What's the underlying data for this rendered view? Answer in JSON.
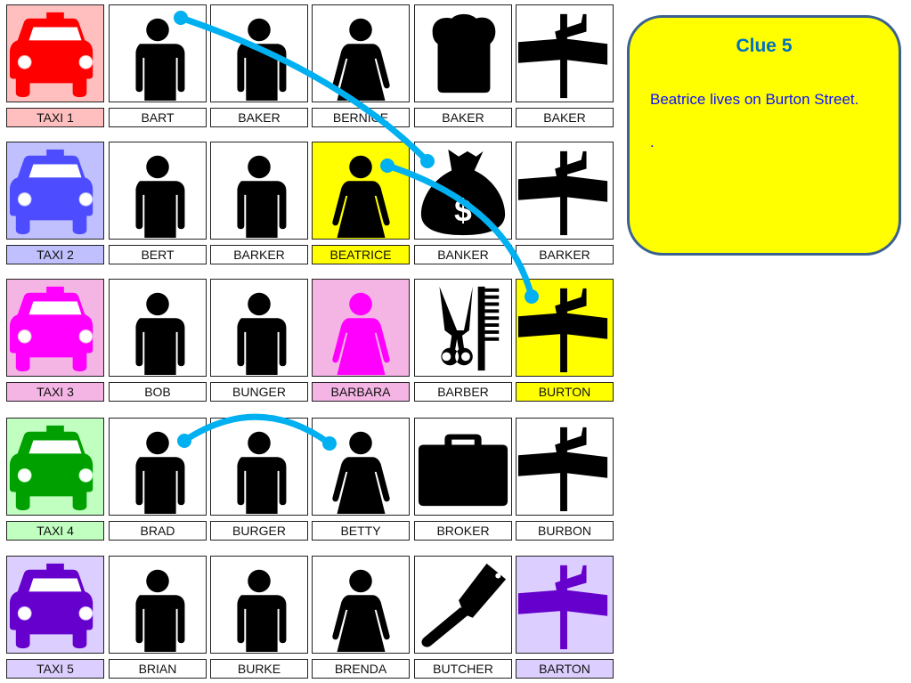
{
  "line_color": "#00b0f0",
  "clue": {
    "title": "Clue 5",
    "text": "Beatrice lives on Burton Street.",
    "dot": "."
  },
  "rows": [
    {
      "taxi": {
        "label": "TAXI 1",
        "color": "#ff0000",
        "bg": "#ffbfbf"
      },
      "cells": [
        {
          "icon": "man",
          "label": "BART"
        },
        {
          "icon": "man",
          "label": "BAKER"
        },
        {
          "icon": "woman",
          "label": "BERNICE"
        },
        {
          "icon": "bread",
          "label": "BAKER"
        },
        {
          "icon": "sign",
          "label": "BAKER"
        }
      ]
    },
    {
      "taxi": {
        "label": "TAXI 2",
        "color": "#4d4dff",
        "bg": "#c0c0ff"
      },
      "cells": [
        {
          "icon": "man",
          "label": "BERT"
        },
        {
          "icon": "man",
          "label": "BARKER"
        },
        {
          "icon": "woman",
          "label": "BEATRICE",
          "bg": "#ffff00"
        },
        {
          "icon": "moneybag",
          "label": "BANKER"
        },
        {
          "icon": "sign",
          "label": "BARKER"
        }
      ]
    },
    {
      "taxi": {
        "label": "TAXI 3",
        "color": "#ff00ff",
        "bg": "#f4b4e4"
      },
      "cells": [
        {
          "icon": "man",
          "label": "BOB"
        },
        {
          "icon": "man",
          "label": "BUNGER"
        },
        {
          "icon": "woman",
          "label": "BARBARA",
          "bg": "#f4b4e4",
          "color": "#ff00ff"
        },
        {
          "icon": "comb-scissors",
          "label": "BARBER"
        },
        {
          "icon": "sign",
          "label": "BURTON",
          "bg": "#ffff00"
        }
      ]
    },
    {
      "taxi": {
        "label": "TAXI 4",
        "color": "#00a000",
        "bg": "#c0ffc0"
      },
      "cells": [
        {
          "icon": "man",
          "label": "BRAD"
        },
        {
          "icon": "man",
          "label": "BURGER"
        },
        {
          "icon": "woman",
          "label": "BETTY"
        },
        {
          "icon": "briefcase",
          "label": "BROKER"
        },
        {
          "icon": "sign",
          "label": "BURBON"
        }
      ]
    },
    {
      "taxi": {
        "label": "TAXI 5",
        "color": "#6600cc",
        "bg": "#dccfff"
      },
      "cells": [
        {
          "icon": "man",
          "label": "BRIAN"
        },
        {
          "icon": "man",
          "label": "BURKE"
        },
        {
          "icon": "woman",
          "label": "BRENDA"
        },
        {
          "icon": "cleaver",
          "label": "BUTCHER"
        },
        {
          "icon": "sign",
          "label": "BARTON",
          "bg": "#dccfff",
          "color": "#6600cc"
        }
      ]
    }
  ]
}
